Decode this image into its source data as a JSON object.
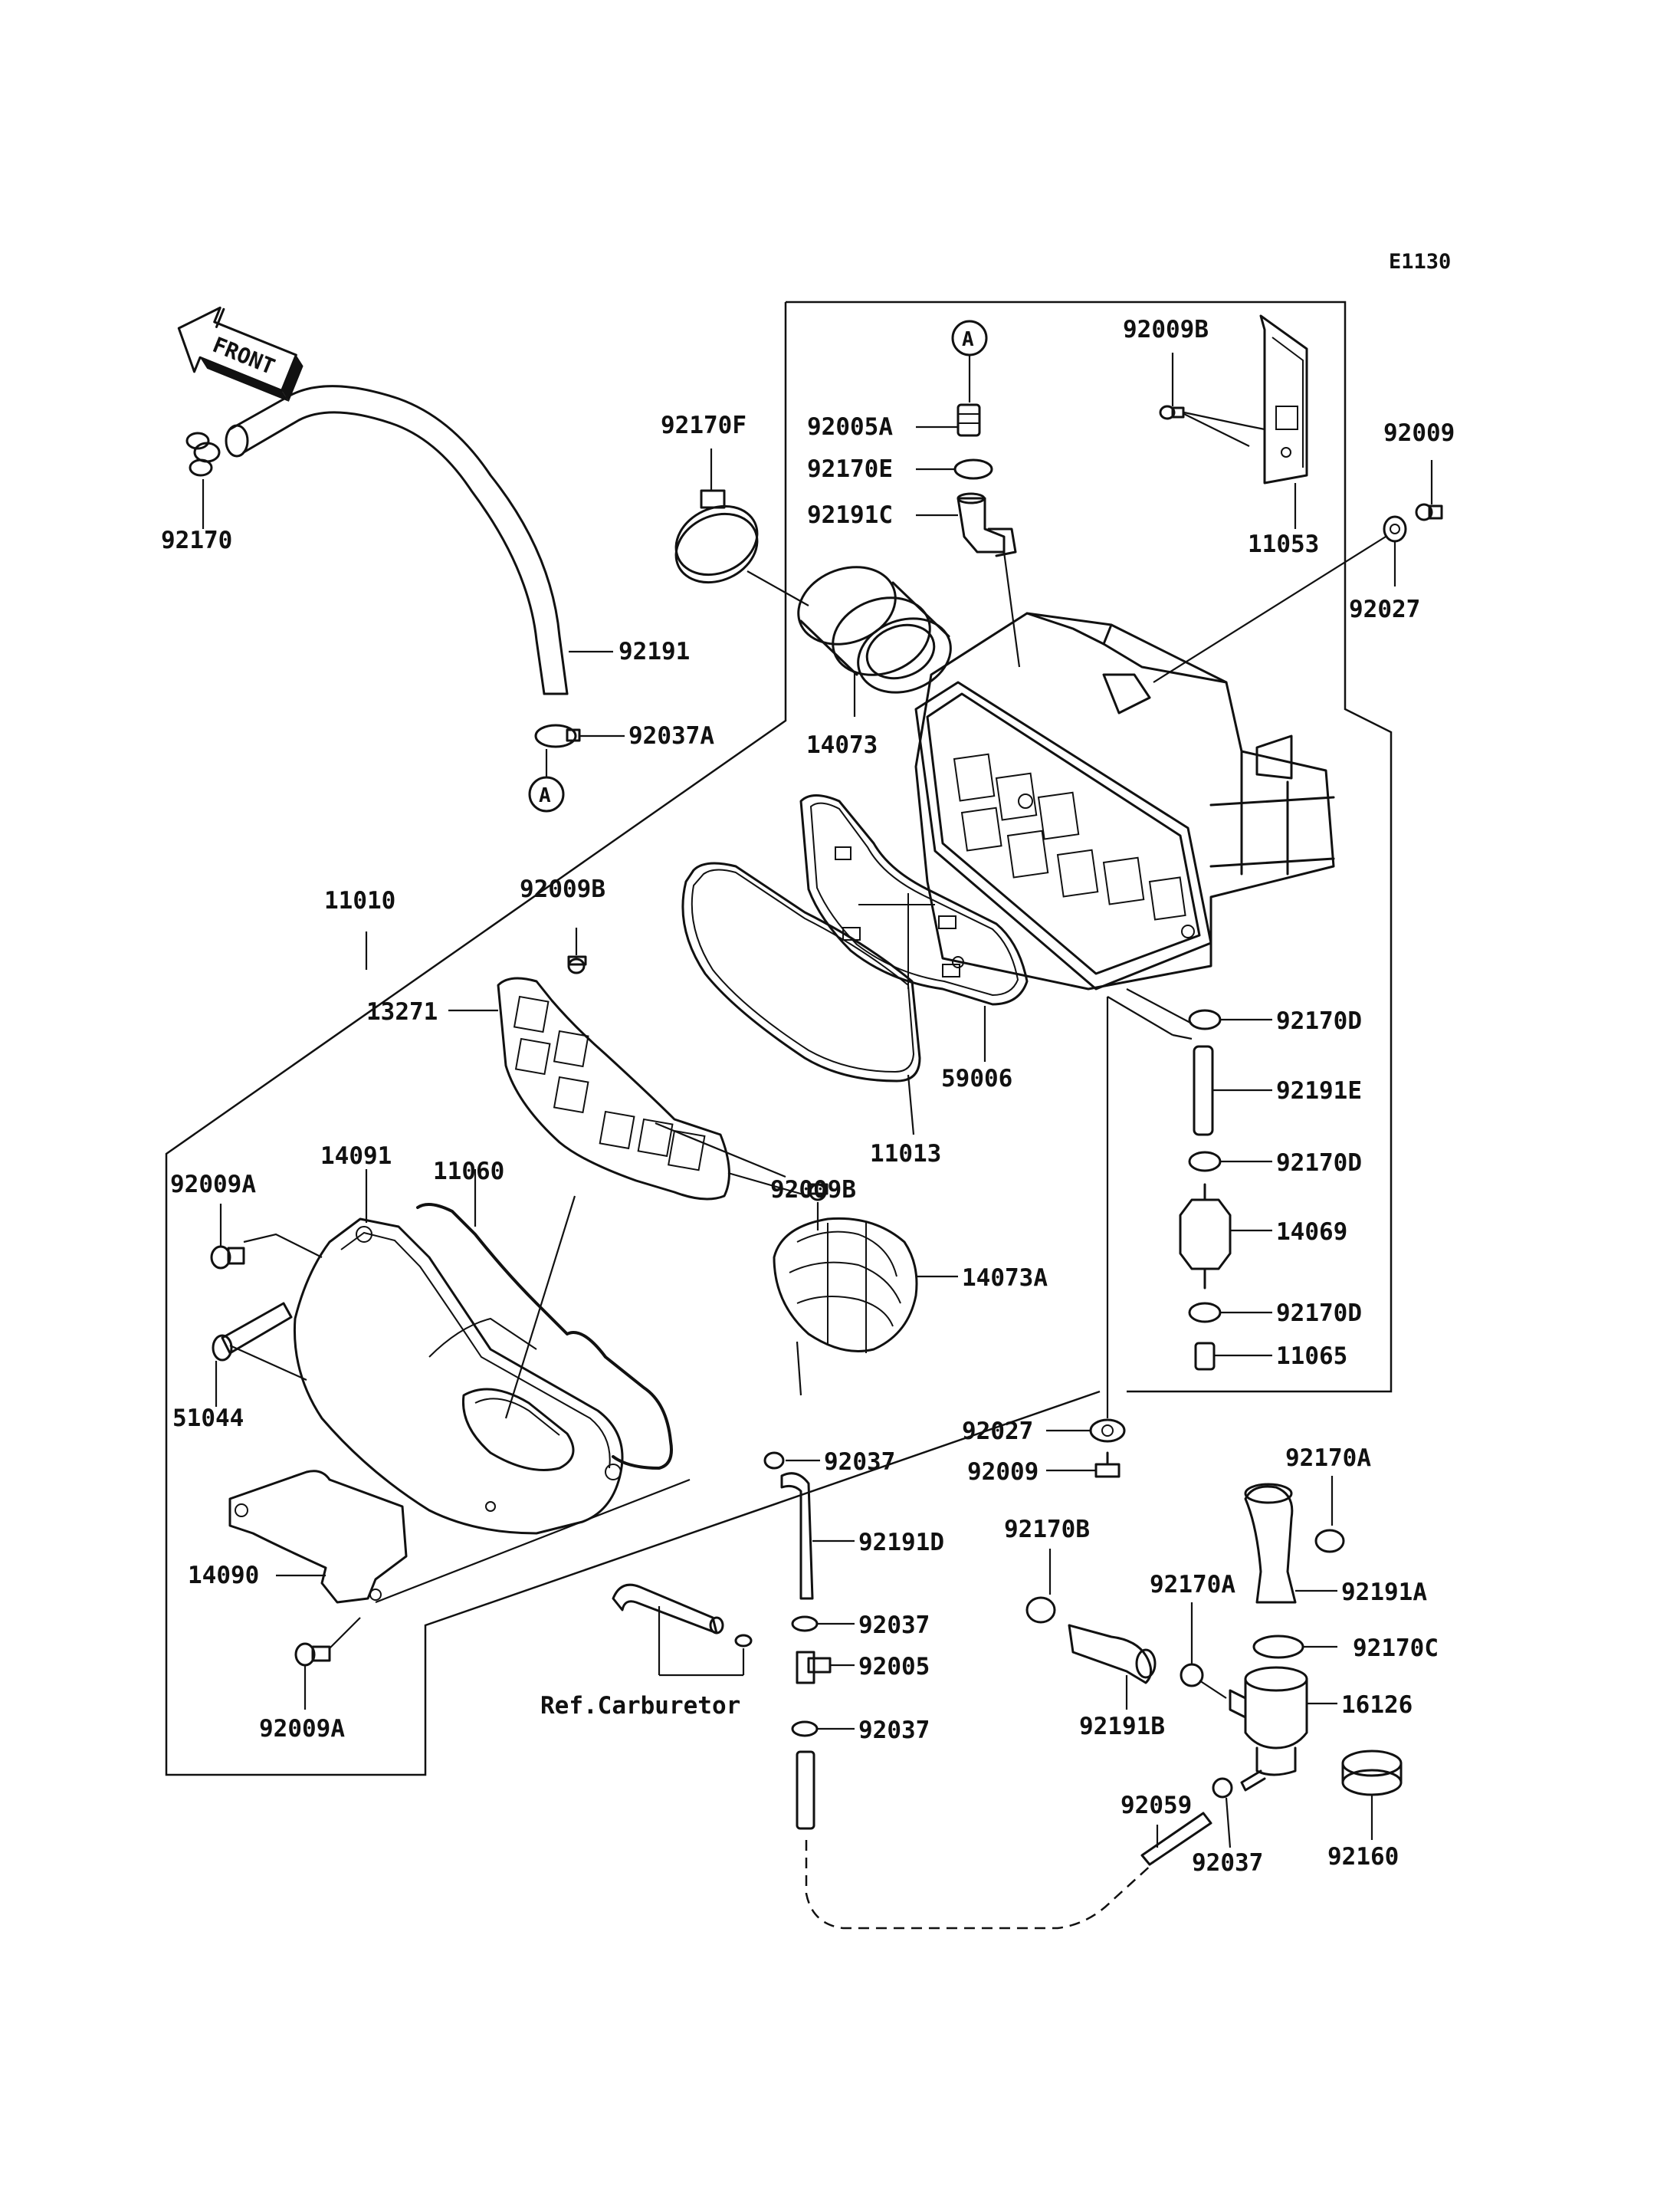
{
  "diagram_code": "E1130",
  "front_arrow_text": "FRONT",
  "reference_marker": "A",
  "parts": {
    "p92170": "92170",
    "p92191": "92191",
    "p92037A": "92037A",
    "p92170F": "92170F",
    "p92005A": "92005A",
    "p92170E": "92170E",
    "p92191C": "92191C",
    "p14073": "14073",
    "p92009B_top": "92009B",
    "p11053": "11053",
    "p92009_top": "92009",
    "p92027_top": "92027",
    "p11010": "11010",
    "p92009B_mid": "92009B",
    "p13271": "13271",
    "p59006": "59006",
    "p11013": "11013",
    "p92009B_low": "92009B",
    "p92170D_1": "92170D",
    "p92191E": "92191E",
    "p92170D_2": "92170D",
    "p14069": "14069",
    "p92170D_3": "92170D",
    "p11065": "11065",
    "p14091": "14091",
    "p11060": "11060",
    "p92009A_top": "92009A",
    "p14073A": "14073A",
    "p51044": "51044",
    "p92027_low": "92027",
    "p92009_low": "92009",
    "p92037_1": "92037",
    "p92191D": "92191D",
    "p14090": "14090",
    "p92170A_1": "92170A",
    "p92170B": "92170B",
    "p92191A": "92191A",
    "p92170A_2": "92170A",
    "p92170C": "92170C",
    "p92037_2": "92037",
    "p92005": "92005",
    "p92037_3": "92037",
    "p16126": "16126",
    "p92191B": "92191B",
    "p92009A_low": "92009A",
    "p92059": "92059",
    "p92037_4": "92037",
    "p92160": "92160"
  },
  "ref_carburetor": "Ref.Carburetor"
}
